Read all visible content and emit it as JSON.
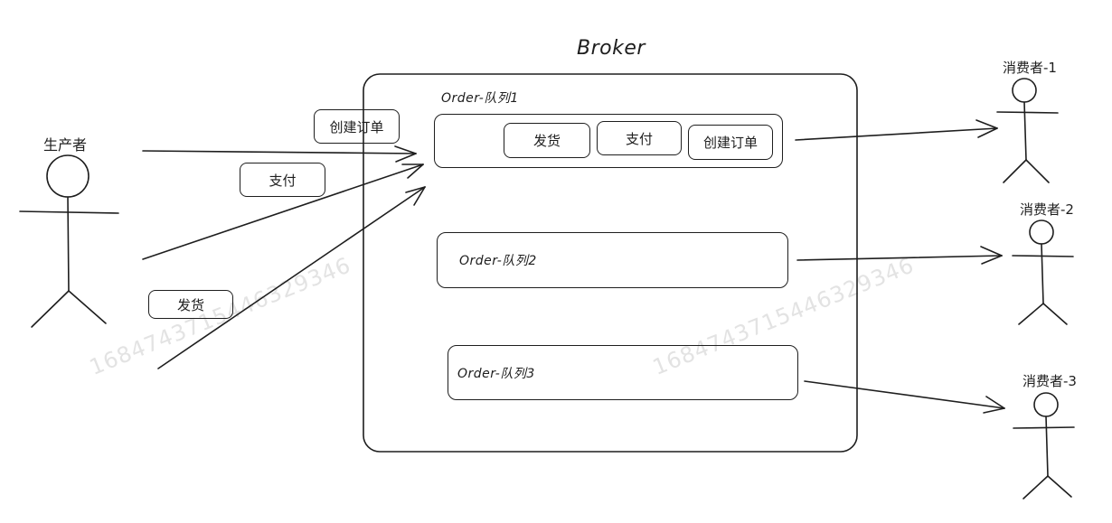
{
  "broker": {
    "title": "Broker"
  },
  "producer": {
    "label": "生产者"
  },
  "consumers": [
    {
      "label": "消费者-1"
    },
    {
      "label": "消费者-2"
    },
    {
      "label": "消费者-3"
    }
  ],
  "queues": [
    {
      "label": "Order-队列1",
      "messages": [
        "发货",
        "支付",
        "创建订单"
      ]
    },
    {
      "label": "Order-队列2"
    },
    {
      "label": "Order-队列3"
    }
  ],
  "producer_messages": [
    "创建订单",
    "支付",
    "发货"
  ],
  "watermark": {
    "text": "1684743715446329346"
  }
}
